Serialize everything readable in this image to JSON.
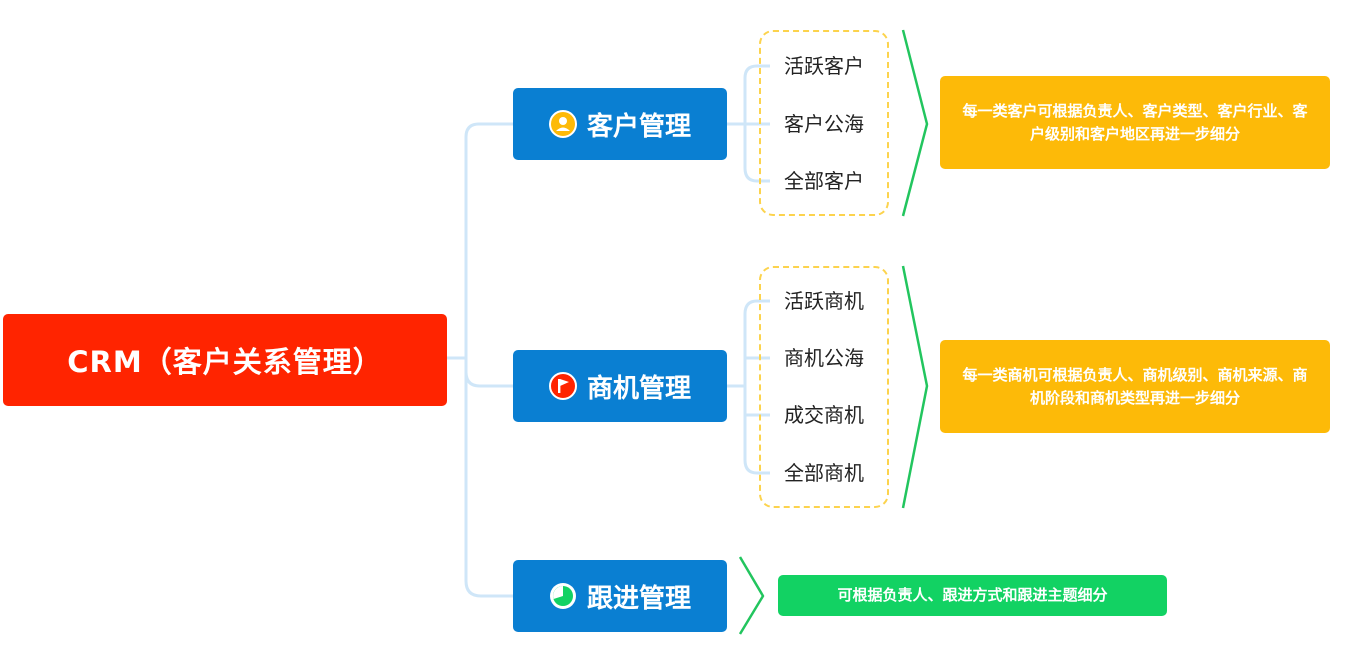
{
  "root": {
    "label": "CRM（客户关系管理）"
  },
  "branches": [
    {
      "label": "客户管理",
      "icon": "person-icon",
      "items": [
        "活跃客户",
        "客户公海",
        "全部客户"
      ],
      "note": "每一类客户可根据负责人、客户类型、客户行业、客户级别和客户地区再进一步细分"
    },
    {
      "label": "商机管理",
      "icon": "flag-icon",
      "items": [
        "活跃商机",
        "商机公海",
        "成交商机",
        "全部商机"
      ],
      "note": "每一类商机可根据负责人、商机级别、商机来源、商机阶段和商机类型再进一步细分"
    },
    {
      "label": "跟进管理",
      "icon": "progress-pie-icon",
      "items": [],
      "note": "可根据负责人、跟进方式和跟进主题细分"
    }
  ],
  "colors": {
    "root": "#ff2400",
    "branch": "#0a7fd2",
    "note_orange": "#fdba08",
    "note_green": "#12d263",
    "connector": "#cfe6f8",
    "bracket": "#22c55e",
    "sub_border": "#fcd34d"
  }
}
